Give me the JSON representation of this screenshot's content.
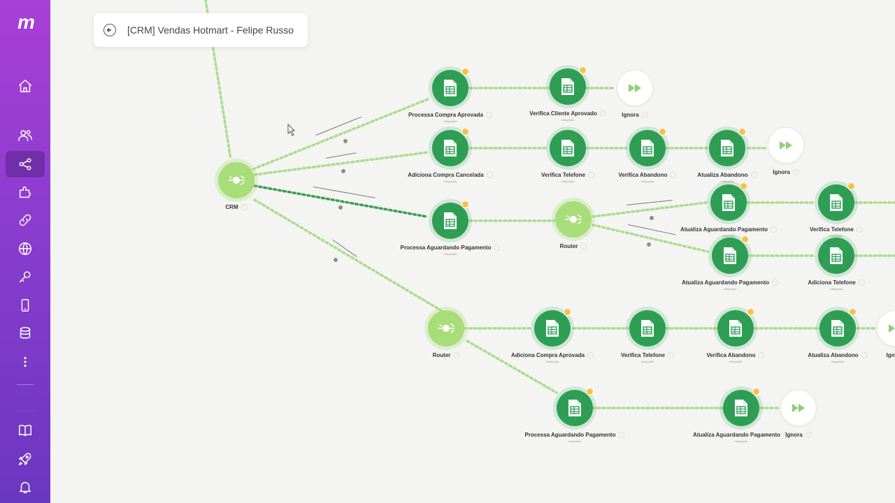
{
  "scenario": {
    "title": "[CRM] Vendas Hotmart - Felipe Russo"
  },
  "sidebar": {
    "logo": "m",
    "items": [
      {
        "name": "home-icon",
        "active": false
      },
      {
        "name": "team-icon",
        "active": false
      },
      {
        "name": "scenarios-icon",
        "active": true
      },
      {
        "name": "templates-icon",
        "active": false
      },
      {
        "name": "connections-icon",
        "active": false
      },
      {
        "name": "webhooks-icon",
        "active": false
      },
      {
        "name": "keys-icon",
        "active": false
      },
      {
        "name": "devices-icon",
        "active": false
      },
      {
        "name": "datastores-icon",
        "active": false
      },
      {
        "name": "more-icon",
        "active": false
      },
      {
        "name": "docs-icon",
        "active": false
      },
      {
        "name": "launch-icon",
        "active": false
      },
      {
        "name": "notifications-icon",
        "active": false
      }
    ]
  },
  "nodes": {
    "crm": {
      "label": "CRM"
    },
    "n1": {
      "label": "Processa Compra Aprovada",
      "sub": "Integração"
    },
    "n2": {
      "label": "Verifica Cliente Aprovado",
      "sub": "Integração"
    },
    "n3": {
      "label": "Ignora"
    },
    "n4": {
      "label": "Adiciona Compra Cancelada",
      "sub": "Integração"
    },
    "n5": {
      "label": "Verifica Telefone",
      "sub": "Integração"
    },
    "n6": {
      "label": "Verifica Abandono",
      "sub": "Integração"
    },
    "n7": {
      "label": "Atualiza Abandono",
      "sub": "Integração"
    },
    "n8": {
      "label": "Ignora"
    },
    "n9": {
      "label": "Processa Aguardando Pagamento",
      "sub": "Integração"
    },
    "r1": {
      "label": "Router"
    },
    "n10": {
      "label": "Atualiza Aguardando Pagamento",
      "sub": "Integração"
    },
    "n11": {
      "label": "Verifica Telefone",
      "sub": "Integração"
    },
    "n12": {
      "label": "Atualiza Aguardando Pagamento",
      "sub": "Integração"
    },
    "n13": {
      "label": "Adiciona Telefone",
      "sub": "Integração"
    },
    "r2": {
      "label": "Router"
    },
    "n14": {
      "label": "Adiciona Compra Aprovada",
      "sub": "Integração"
    },
    "n15": {
      "label": "Verifica Telefone",
      "sub": "Integração"
    },
    "n16": {
      "label": "Verifica Abandono",
      "sub": "Integração"
    },
    "n17": {
      "label": "Atualiza Abandono",
      "sub": "Integração"
    },
    "n18": {
      "label": "Ign"
    },
    "n19": {
      "label": "Processa Aguardando Pagamento",
      "sub": "Integração"
    },
    "n20": {
      "label": "Atualiza Aguardando Pagamento",
      "sub": "Integração"
    },
    "n21": {
      "label": "Ignora"
    }
  },
  "colors": {
    "sheet": "#2f9e55",
    "router": "#a9dd7a",
    "link": "#8fd07a",
    "badge": "#f5c248"
  }
}
